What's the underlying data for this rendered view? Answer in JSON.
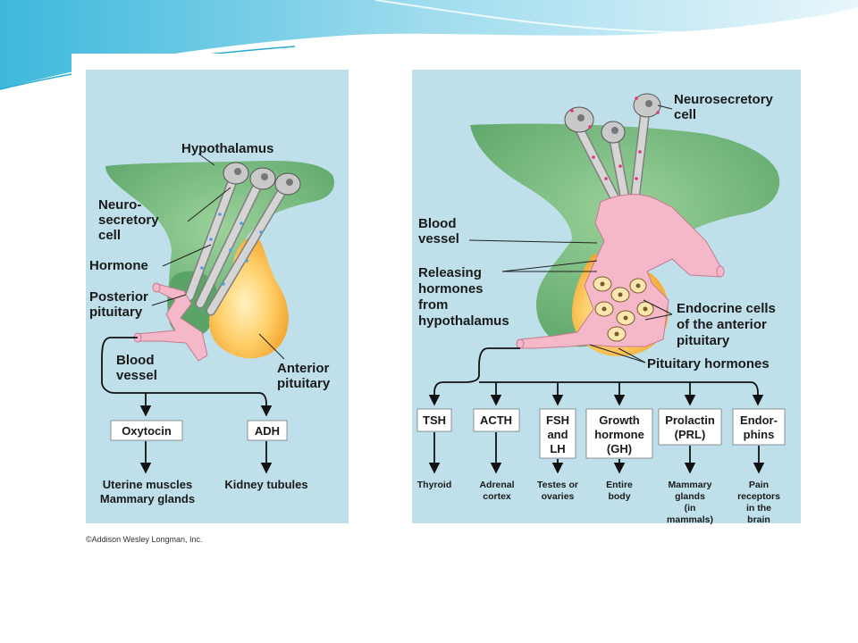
{
  "left_panel": {
    "hypothalamus": "Hypothalamus",
    "neurosecretory_cell": [
      "Neuro-",
      "secretory",
      "cell"
    ],
    "hormone": "Hormone",
    "posterior_pituitary": [
      "Posterior",
      "pituitary"
    ],
    "blood_vessel": [
      "Blood",
      "vessel"
    ],
    "anterior_pituitary": [
      "Anterior",
      "pituitary"
    ],
    "hormones": [
      {
        "name": "Oxytocin",
        "targets": [
          "Uterine muscles",
          "Mammary glands"
        ]
      },
      {
        "name": "ADH",
        "targets": [
          "Kidney tubules"
        ]
      }
    ]
  },
  "right_panel": {
    "neurosecretory_cell": [
      "Neurosecretory",
      "cell"
    ],
    "blood_vessel": [
      "Blood",
      "vessel"
    ],
    "releasing_hormones": [
      "Releasing",
      "hormones",
      "from",
      "hypothalamus"
    ],
    "endocrine_cells": [
      "Endocrine cells",
      "of the anterior",
      "pituitary"
    ],
    "pituitary_hormones": "Pituitary hormones",
    "hormones": [
      {
        "name": [
          "TSH"
        ],
        "targets": [
          "Thyroid"
        ]
      },
      {
        "name": [
          "ACTH"
        ],
        "targets": [
          "Adrenal",
          "cortex"
        ]
      },
      {
        "name": [
          "FSH",
          "and",
          "LH"
        ],
        "targets": [
          "Testes or",
          "ovaries"
        ]
      },
      {
        "name": [
          "Growth",
          "hormone",
          "(GH)"
        ],
        "targets": [
          "Entire",
          "body"
        ]
      },
      {
        "name": [
          "Prolactin",
          "(PRL)"
        ],
        "targets": [
          "Mammary",
          "glands",
          "(in",
          "mammals)"
        ]
      },
      {
        "name": [
          "Endor-",
          "phins"
        ],
        "targets": [
          "Pain",
          "receptors",
          "in the",
          "brain"
        ]
      }
    ]
  },
  "credit": "©Addison Wesley Longman, Inc.",
  "colors": {
    "background_panel": "#bfe0ea",
    "hypothalamus_green": "#5fa86a",
    "anterior_orange": "#f8b440",
    "vessel_pink": "#f4b8c8",
    "neuron_grey": "#c9c9c9",
    "banner_blue": "#4fc3e0"
  }
}
